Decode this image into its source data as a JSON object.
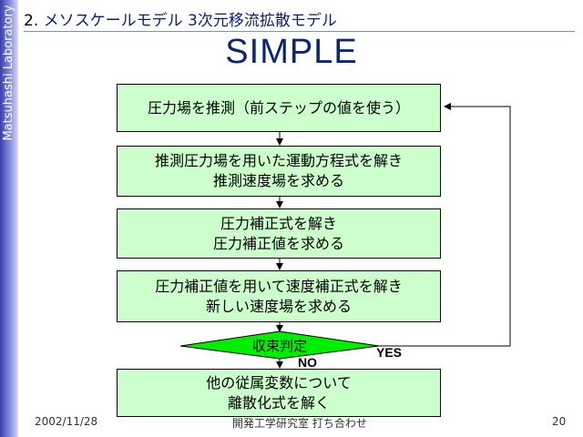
{
  "sidebar": {
    "text": "Matsuhashi Laboratory"
  },
  "header": {
    "section": "2.",
    "title": "メソスケールモデル 3次元移流拡散モデル"
  },
  "slide_title": "SIMPLE",
  "steps": [
    {
      "line1": "圧力場を推測（前ステップの値を使う）",
      "line2": ""
    },
    {
      "line1": "推測圧力場を用いた運動方程式を解き",
      "line2": "推測速度場を求める"
    },
    {
      "line1": "圧力補正式を解き",
      "line2": "圧力補正値を求める"
    },
    {
      "line1": "圧力補正値を用いて速度補正式を解き",
      "line2": "新しい速度場を求める"
    },
    {
      "line1": "他の従属変数について",
      "line2": "離散化式を解く"
    }
  ],
  "decision": {
    "label": "収束判定",
    "yes": "YES",
    "no": "NO",
    "color": "#00ee00"
  },
  "box_color": "#ccffcc",
  "footer": {
    "date": "2002/11/28",
    "center": "開発工学研究室 打ち合わせ",
    "page": "20"
  }
}
